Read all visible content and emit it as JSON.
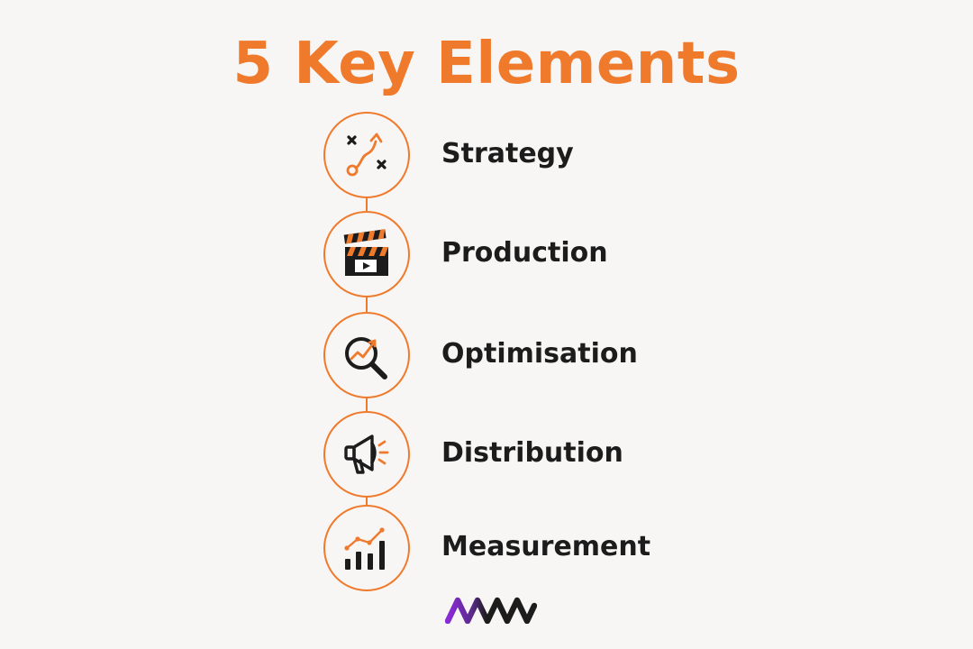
{
  "title": "5 Key Elements",
  "colors": {
    "accent": "#f07a2c",
    "text": "#1c1c1c",
    "background": "#f7f6f5",
    "logo_gradient_start": "#8b2bd8",
    "logo_gradient_end": "#1c1c1c"
  },
  "elements": [
    {
      "label": "Strategy",
      "icon": "strategy-play-icon"
    },
    {
      "label": "Production",
      "icon": "clapperboard-icon"
    },
    {
      "label": "Optimisation",
      "icon": "magnifier-trend-icon"
    },
    {
      "label": "Distribution",
      "icon": "megaphone-icon"
    },
    {
      "label": "Measurement",
      "icon": "bar-chart-trend-icon"
    }
  ],
  "logo": {
    "icon": "brand-wave-logo"
  }
}
